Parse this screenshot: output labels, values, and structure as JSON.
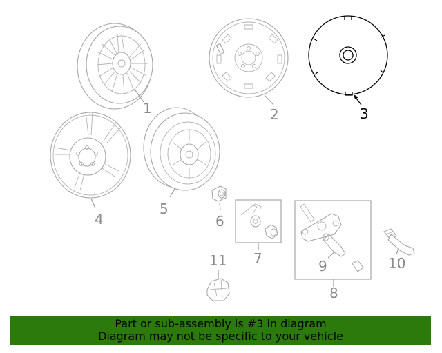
{
  "callouts": {
    "c1": "1",
    "c2": "2",
    "c3": "3",
    "c4": "4",
    "c5": "5",
    "c6": "6",
    "c7": "7",
    "c8": "8",
    "c9": "9",
    "c10": "10",
    "c11": "11"
  },
  "highlight": {
    "color": "#000000"
  },
  "banner": {
    "line1": "Part or sub-assembly is #3 in diagram",
    "line2": "Diagram may not be specific to your vehicle",
    "background": "#2c7a0c"
  }
}
